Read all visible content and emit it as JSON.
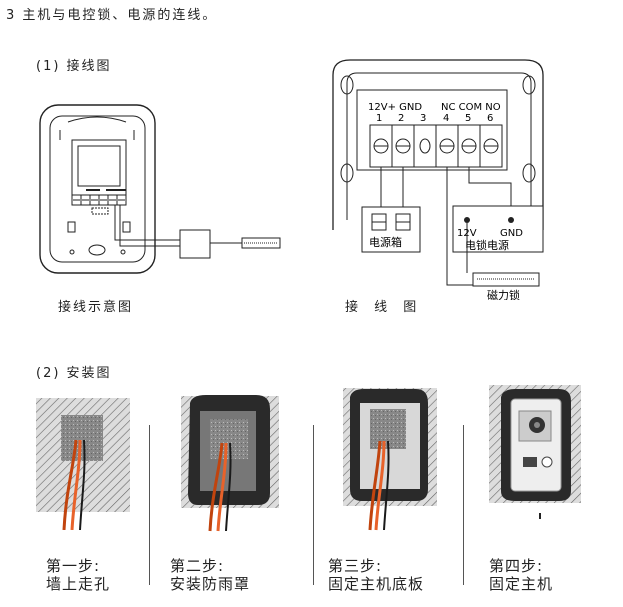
{
  "heading": "3 主机与电控锁、电源的连线。",
  "section1": {
    "title": "(1) 接线图",
    "left_caption": "接线示意图",
    "right_caption": "接 线 图",
    "terminal_labels": {
      "top_left": "12V+ GND",
      "top_right": "NC COM  NO",
      "numbers": [
        "1",
        "2",
        "3",
        "4",
        "5",
        "6"
      ]
    },
    "power_box": "电源箱",
    "lock_power_box": {
      "left": "12V",
      "right": "GND",
      "title": "电锁电源"
    },
    "magnetic_lock": "磁力锁"
  },
  "section2": {
    "title": "(2) 安装图",
    "steps": [
      {
        "title": "第一步:",
        "desc": "墙上走孔"
      },
      {
        "title": "第二步:",
        "desc": "安装防雨罩"
      },
      {
        "title": "第三步:",
        "desc": "固定主机底板"
      },
      {
        "title": "第四步:",
        "desc": "固定主机"
      }
    ]
  }
}
